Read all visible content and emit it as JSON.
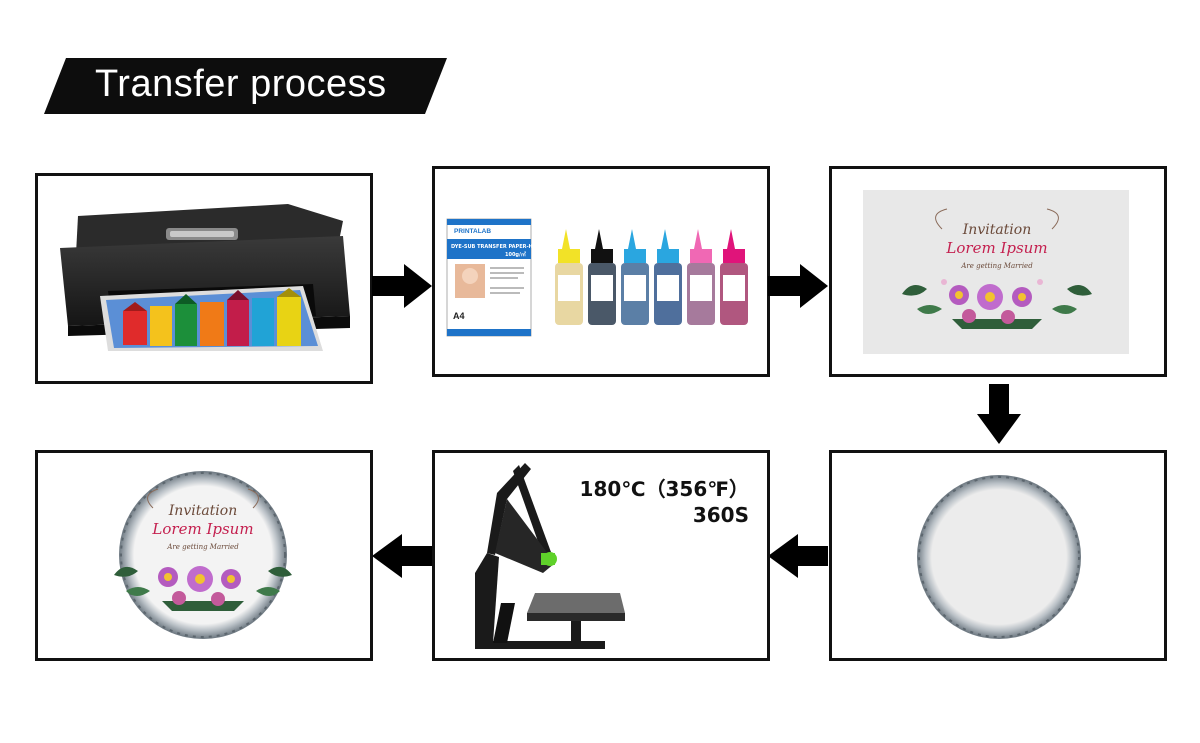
{
  "title": "Transfer process",
  "press_settings": {
    "temperature": "180℃（356℉）",
    "time": "360S"
  },
  "paper": {
    "brand": "PRINTALAB",
    "series": "DYE-SUB TRANSFER PAPER-HARD SERIES",
    "weight": "100g/㎡",
    "size": "A4"
  },
  "design": {
    "line1": "Invitation",
    "line2": "Lorem Ipsum",
    "line3": "Are getting Married"
  },
  "colors": {
    "banner": "#0d0d0d",
    "ink_yellow": "#f2e227",
    "ink_black": "#111111",
    "ink_cyan": "#2aa6e0",
    "ink_light_magenta": "#f068b4",
    "ink_magenta": "#e0147a",
    "press_accent": "#5fd12a"
  },
  "steps": [
    {
      "icon": "printer-icon"
    },
    {
      "icon": "paper-and-ink-icon"
    },
    {
      "icon": "printed-transfer-paper-icon"
    },
    {
      "icon": "blank-round-slate-icon"
    },
    {
      "icon": "heat-press-icon"
    },
    {
      "icon": "finished-round-slate-icon"
    }
  ]
}
